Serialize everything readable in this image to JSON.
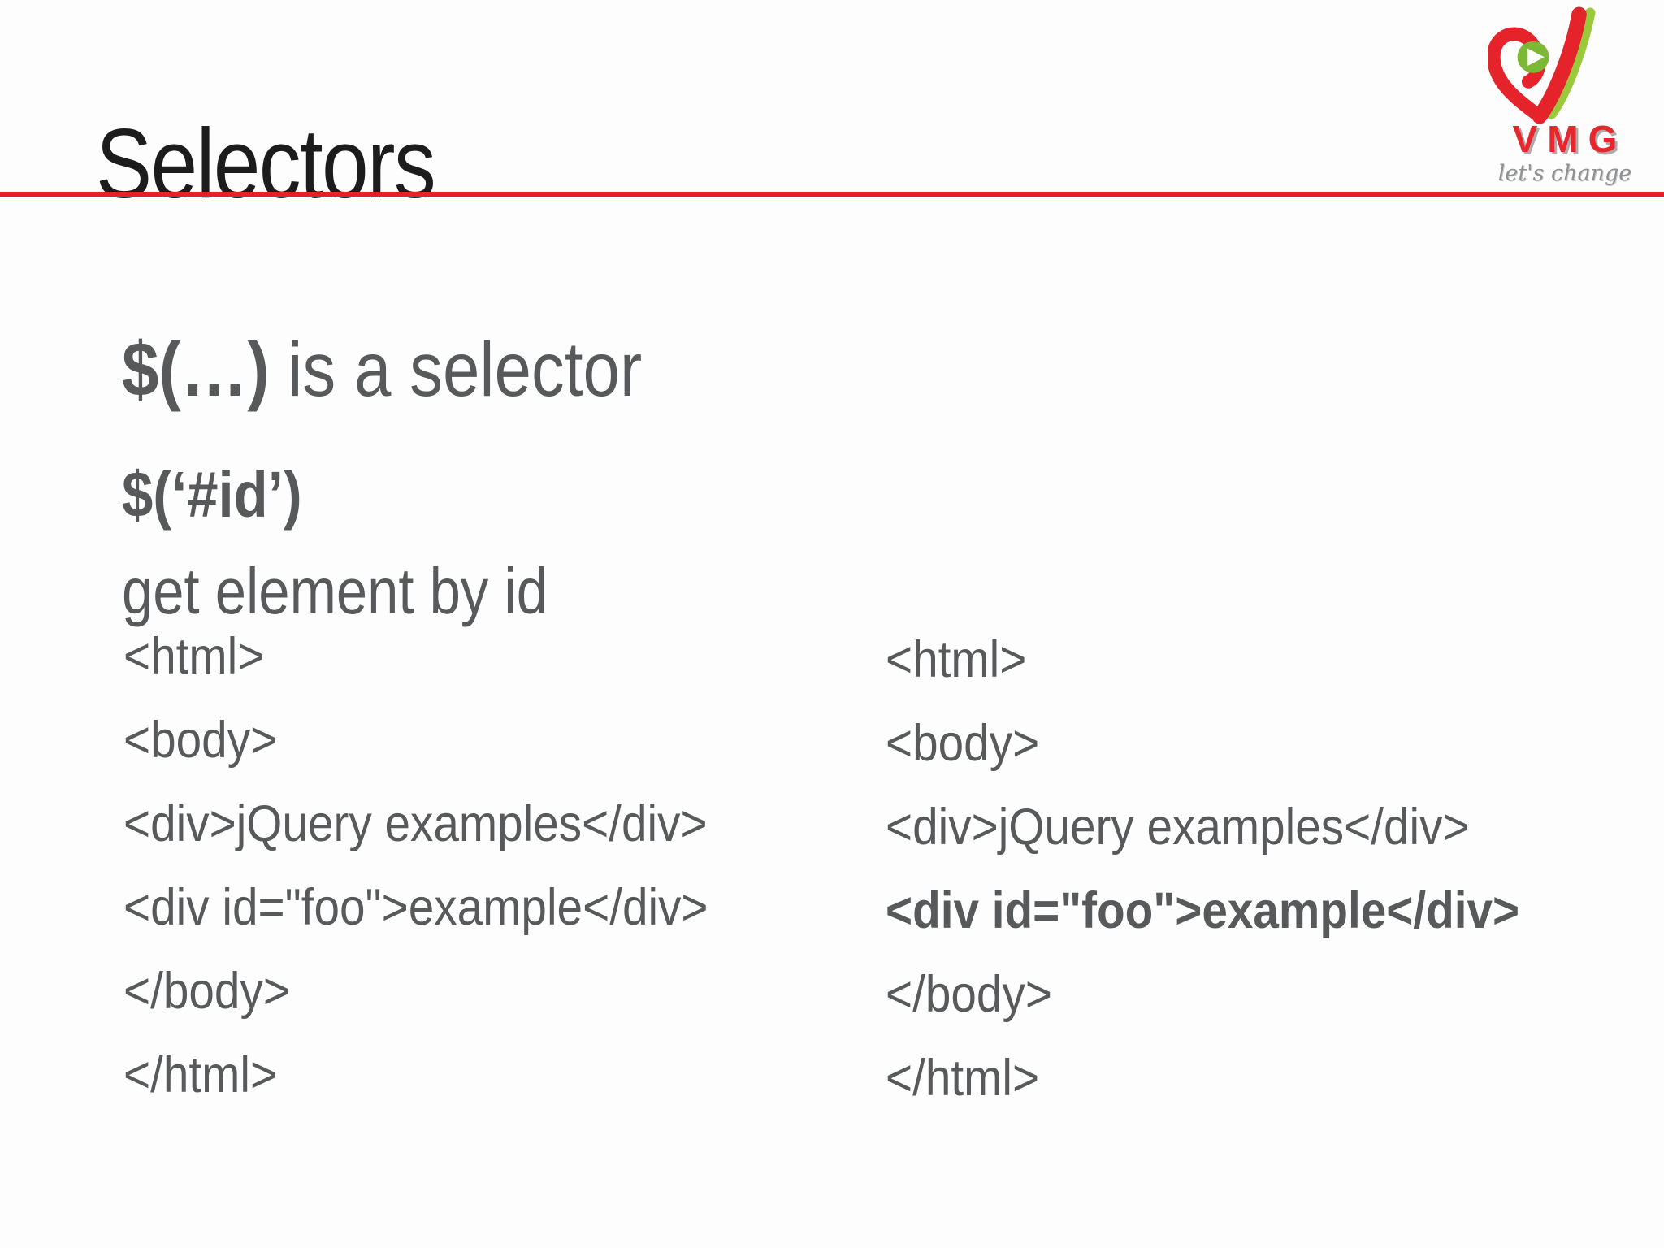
{
  "slide": {
    "title": "Selectors",
    "background_color": "#fdfdfe",
    "accent_red": "#e4202a",
    "title_color": "#1c1c1c",
    "body_text_color": "#58595b"
  },
  "logo": {
    "brand": "VMG",
    "tagline": "let's change",
    "heart_red": "#e5232b",
    "ribbon_green": "#9aca3c",
    "circle_green": "#7cb836",
    "brand_red": "#e8262e",
    "tagline_gray": "#8f9092"
  },
  "content": {
    "intro_bold": "$(…)",
    "intro_rest": " is a selector",
    "id_selector": "$(‘#id’)",
    "id_description": "get element by id",
    "code_left": [
      "<html>",
      "<body>",
      "<div>jQuery examples</div>",
      "<div id=\"foo\">example</div>",
      "</body>",
      "</html>"
    ],
    "code_right": [
      "<html>",
      "<body>",
      "<div>jQuery examples</div>",
      "<div id=\"foo\">example</div>",
      "</body>",
      "</html>"
    ]
  }
}
